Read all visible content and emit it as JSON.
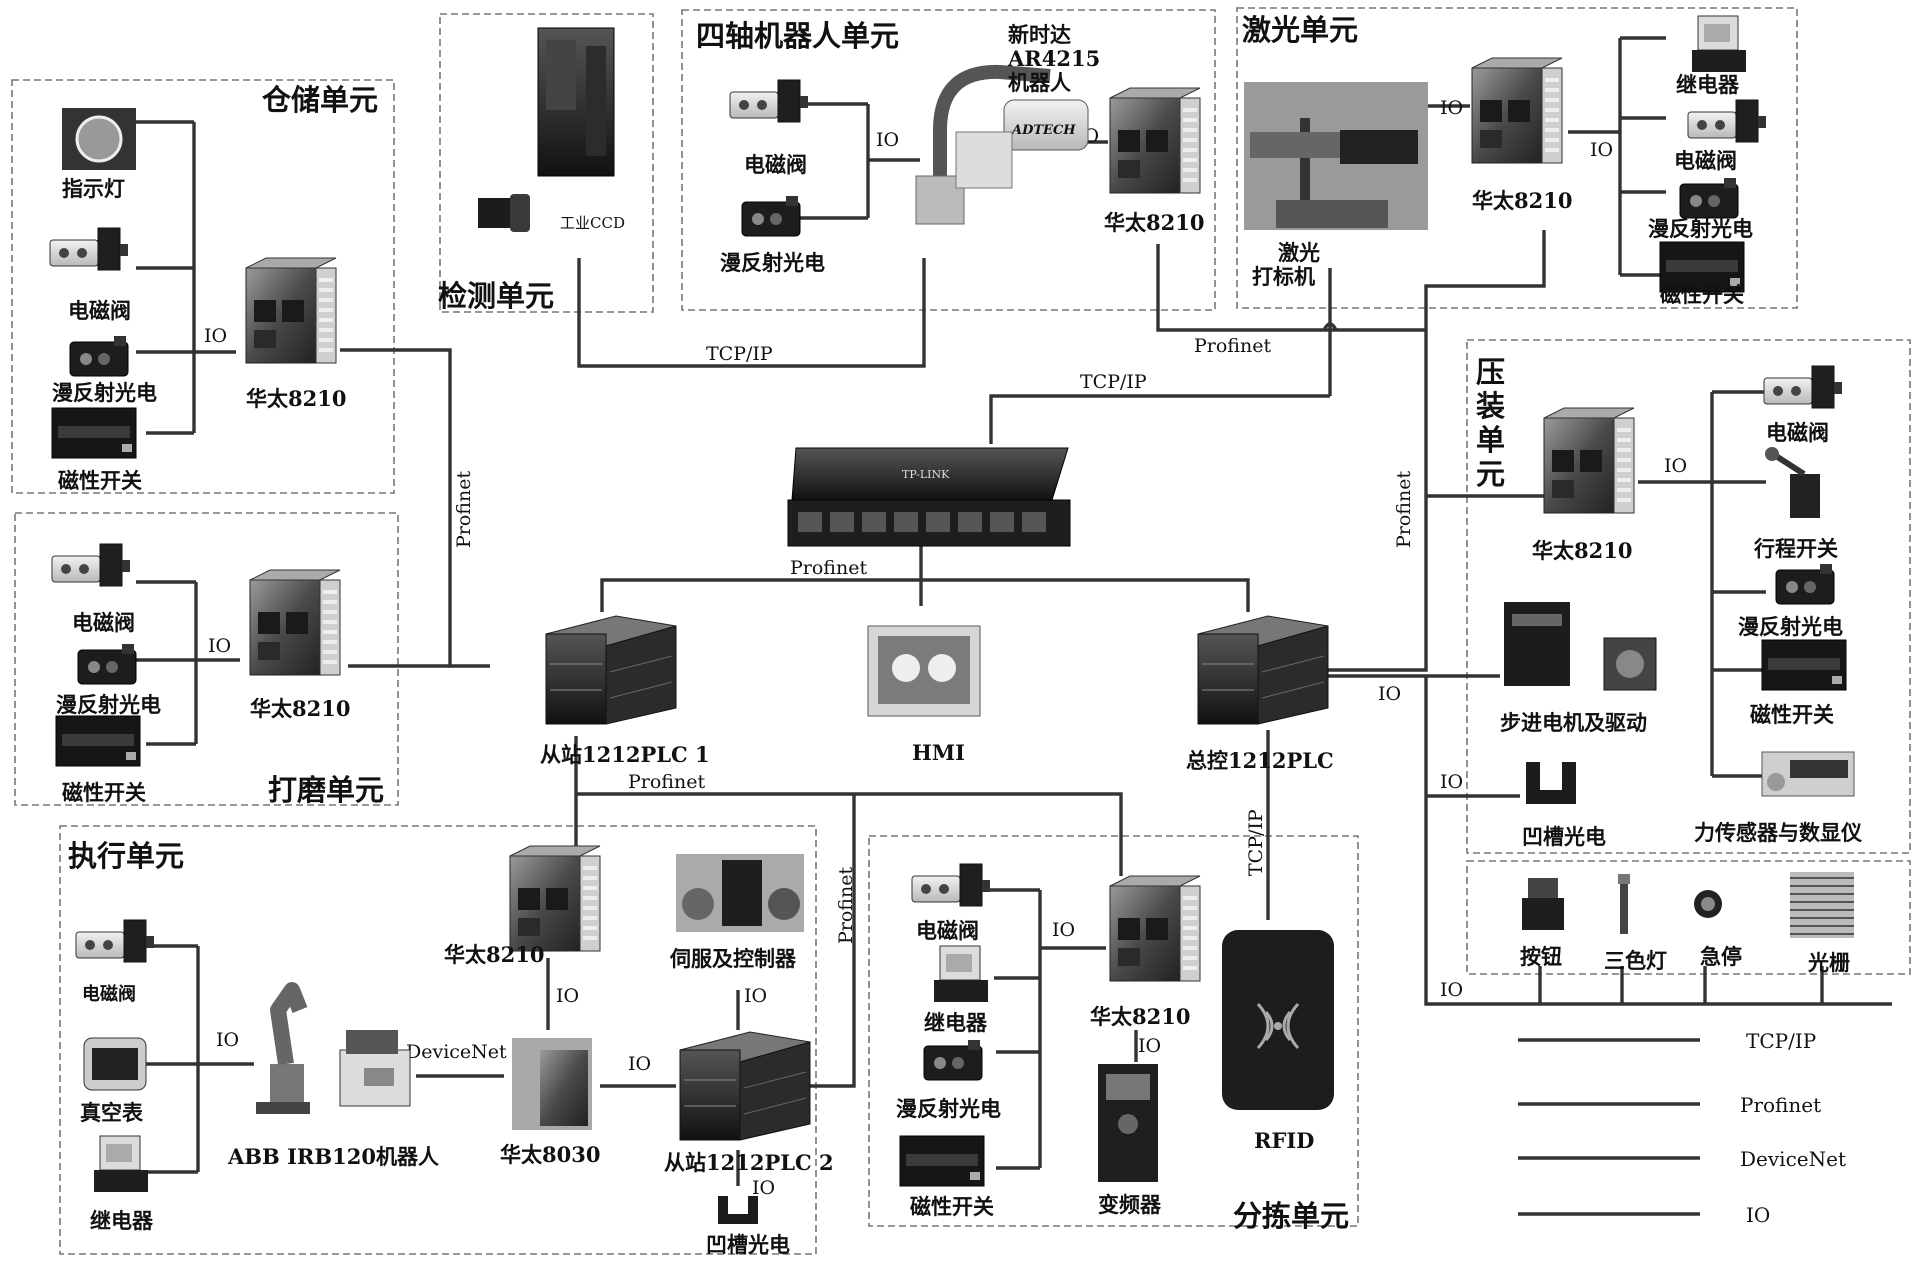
{
  "units": {
    "storage": "仓储单元",
    "inspection": "检测单元",
    "robot4": "四轴机器人单元",
    "laser": "激光单元",
    "press": [
      "压",
      "装",
      "单",
      "元"
    ],
    "grind": "打磨单元",
    "exec": "执行单元",
    "sort": "分拣单元"
  },
  "labels": {
    "indicator": "指示灯",
    "solenoid": "电磁阀",
    "diffuse": "漫反射光电",
    "magnetic": "磁性开关",
    "relay": "继电器",
    "huatai": "华太8210",
    "huatai8030": "华太8030",
    "ccd": "工业CCD",
    "robot_name": [
      "新时达",
      "AR4215",
      "机器人"
    ],
    "laser_marker": [
      "激光",
      "打标机"
    ],
    "limit_switch": "行程开关",
    "stepper": "步进电机及驱动",
    "groove": "凹槽光电",
    "force": "力传感器与数显仪",
    "button": "按钮",
    "tricolor": "三色灯",
    "estop": "急停",
    "grating": "光栅",
    "slave1": "从站1212PLC 1",
    "slave2": "从站1212PLC 2",
    "hmi": "HMI",
    "master": "总控1212PLC",
    "vacuum": "真空表",
    "abb": "ABB IRB120机器人",
    "servo": "伺服及控制器",
    "vfd": "变频器",
    "rfid": "RFID",
    "adtech": "ADTECH",
    "tplink": "TP-LINK"
  },
  "protocols": {
    "tcpip": "TCP/IP",
    "profinet": "Profinet",
    "devicenet": "DeviceNet",
    "io": "IO"
  },
  "legend": [
    "TCP/IP",
    "Profinet",
    "DeviceNet",
    "IO"
  ]
}
